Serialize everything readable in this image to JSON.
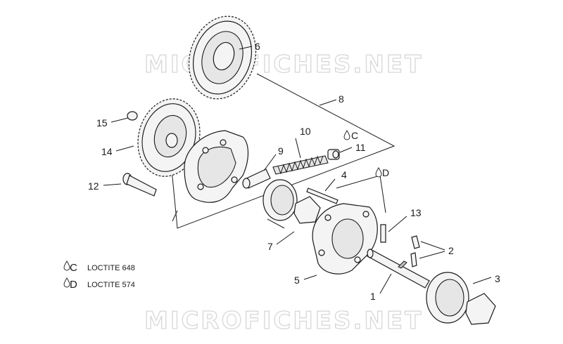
{
  "watermark": "MICROFICHES.NET",
  "callouts": {
    "c1": "1",
    "c2": "2",
    "c3": "3",
    "c4": "4",
    "c5": "5",
    "c6": "6",
    "c7": "7",
    "c8": "8",
    "c9": "9",
    "c10": "10",
    "c11": "11",
    "c12": "12",
    "c13": "13",
    "c14": "14",
    "c15": "15"
  },
  "markers": {
    "c": "C",
    "d": "D"
  },
  "legend": {
    "c_key": "C",
    "c_text": "LOCTITE 648",
    "d_key": "D",
    "d_text": "LOCTITE 574"
  },
  "icons": {
    "sealant": "drop-icon"
  }
}
